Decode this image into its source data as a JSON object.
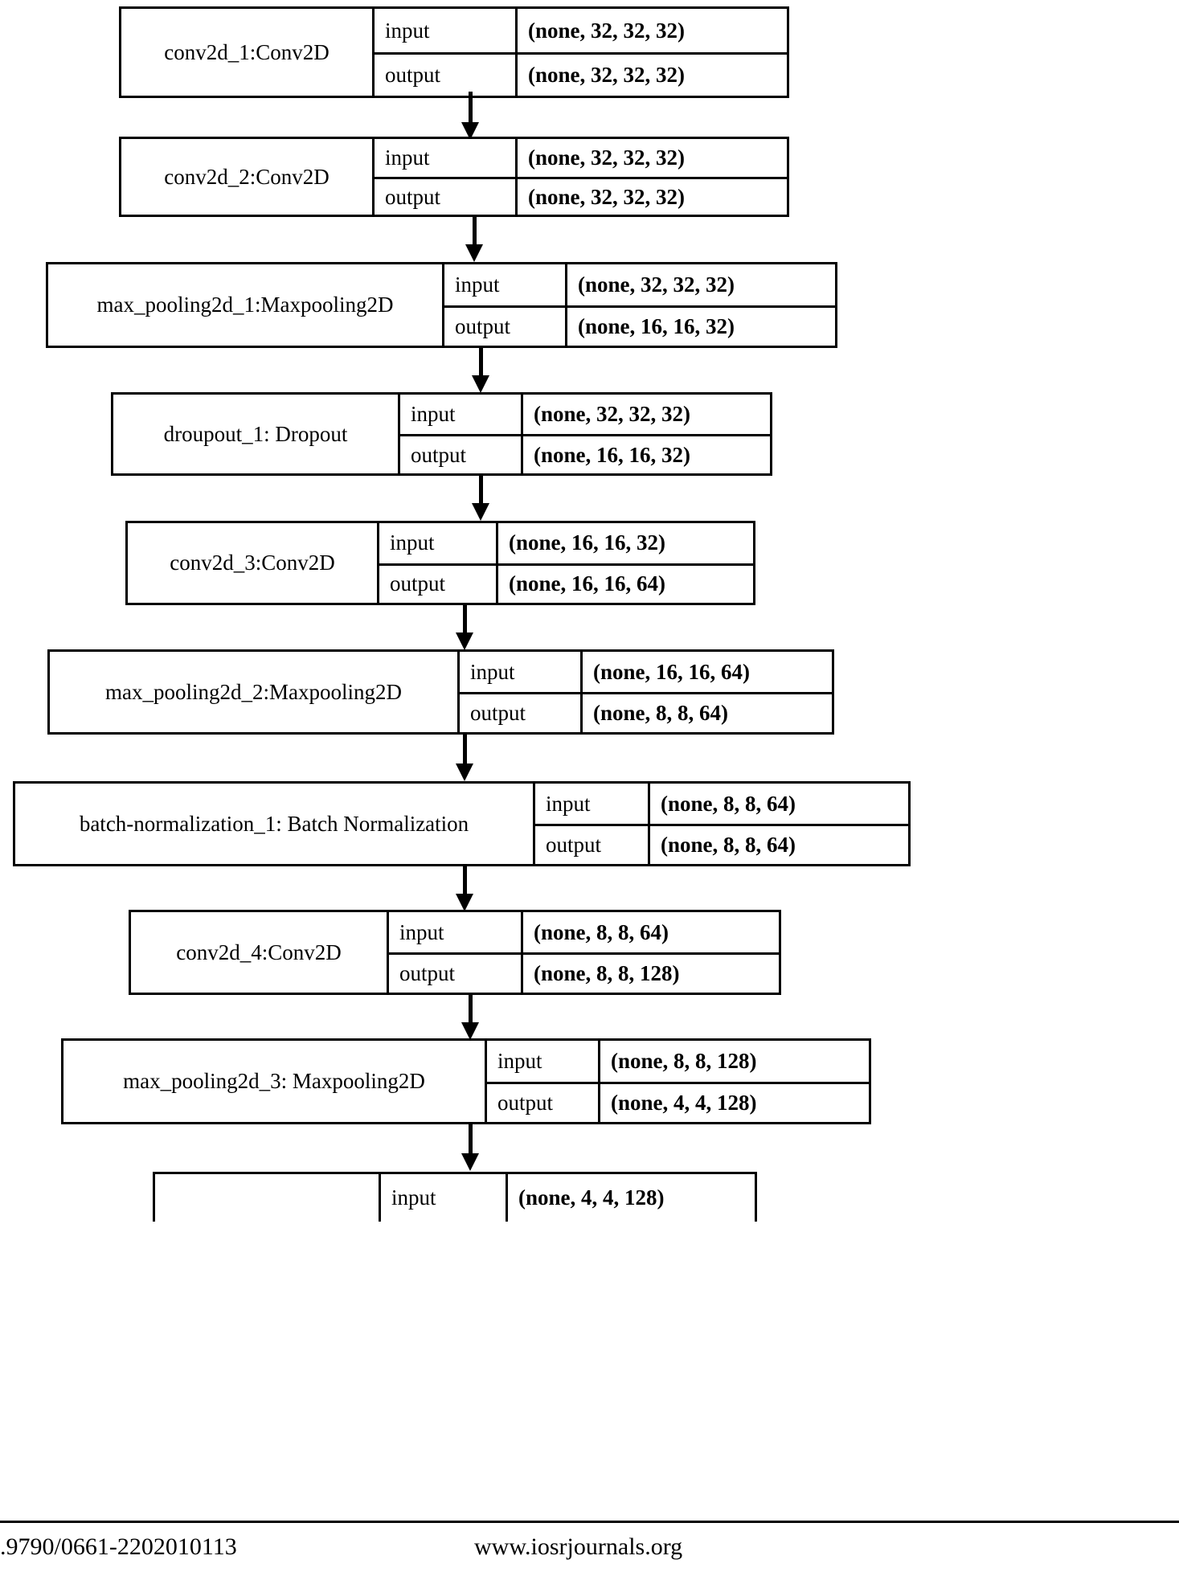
{
  "diagram": {
    "title": "CNN model architecture graph",
    "io_labels": {
      "input": "input",
      "output": "output"
    },
    "layers": [
      {
        "id": "conv2d_1",
        "name": "conv2d_1:Conv2D",
        "input_shape": "(none, 32, 32, 32)",
        "output_shape": "(none, 32, 32, 32)"
      },
      {
        "id": "conv2d_2",
        "name": "conv2d_2:Conv2D",
        "input_shape": "(none, 32, 32, 32)",
        "output_shape": "(none, 32, 32, 32)"
      },
      {
        "id": "max_pooling2d_1",
        "name": "max_pooling2d_1:Maxpooling2D",
        "input_shape": "(none, 32, 32, 32)",
        "output_shape": "(none, 16, 16, 32)"
      },
      {
        "id": "droupout_1",
        "name": "droupout_1: Dropout",
        "input_shape": "(none, 32, 32, 32)",
        "output_shape": "(none, 16, 16, 32)"
      },
      {
        "id": "conv2d_3",
        "name": "conv2d_3:Conv2D",
        "input_shape": "(none, 16, 16, 32)",
        "output_shape": "(none, 16, 16, 64)"
      },
      {
        "id": "max_pooling2d_2",
        "name": "max_pooling2d_2:Maxpooling2D",
        "input_shape": "(none, 16, 16, 64)",
        "output_shape": "(none, 8, 8, 64)"
      },
      {
        "id": "batch_normalization_1",
        "name": "batch-normalization_1: Batch Normalization",
        "input_shape": "(none, 8, 8, 64)",
        "output_shape": "(none, 8, 8, 64)"
      },
      {
        "id": "conv2d_4",
        "name": "conv2d_4:Conv2D",
        "input_shape": "(none, 8, 8, 64)",
        "output_shape": "(none, 8, 8, 128)"
      },
      {
        "id": "max_pooling2d_3",
        "name": "max_pooling2d_3: Maxpooling2D",
        "input_shape": "(none, 8, 8, 128)",
        "output_shape": "(none, 4, 4, 128)"
      },
      {
        "id": "truncated_last",
        "name": "",
        "input_shape": "(none, 4, 4, 128)",
        "output_shape": ""
      }
    ]
  },
  "footer": {
    "doi": ".9790/0661-2202010113",
    "site": "www.iosrjournals.org"
  },
  "colors": {
    "stroke": "#000000",
    "background": "#ffffff",
    "text": "#000000"
  }
}
